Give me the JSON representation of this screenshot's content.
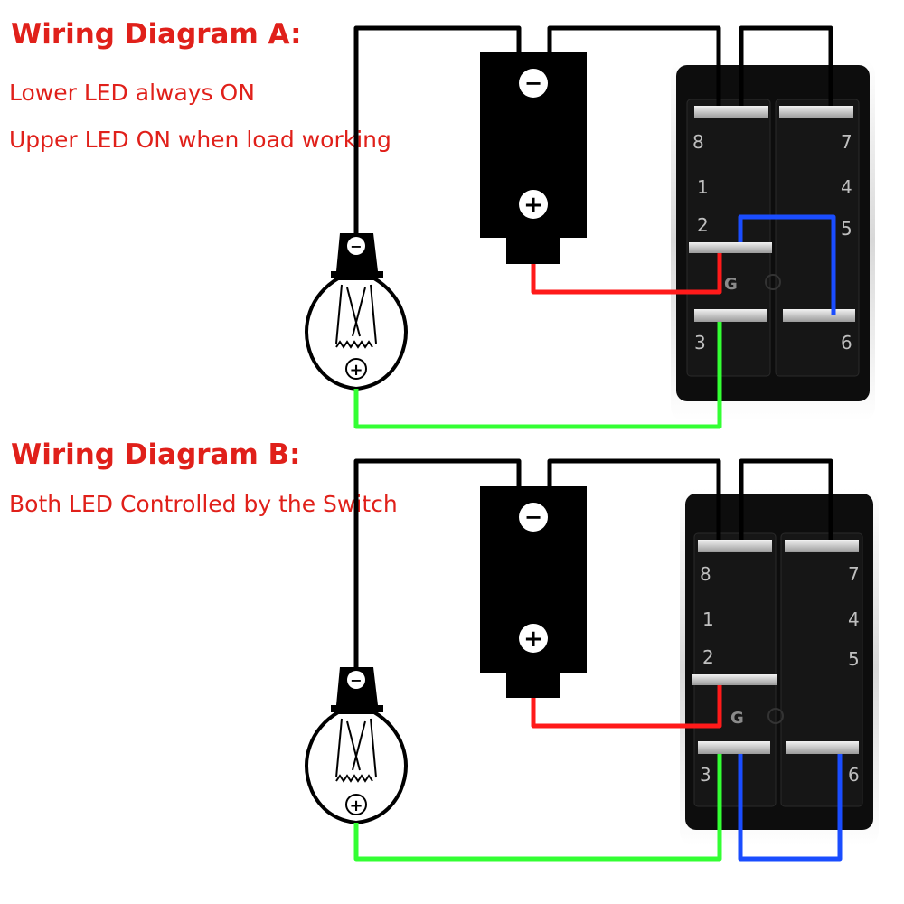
{
  "colors": {
    "title": "#e0201a",
    "red_wire": "#ff1a1a",
    "green_wire": "#33ff33",
    "blue_wire": "#1a4dff",
    "black_wire": "#000000"
  },
  "diagram_a": {
    "title": "Wiring Diagram A:",
    "lines": [
      "Lower LED always ON",
      "Upper LED ON when load working"
    ],
    "pins": {
      "p8": "8",
      "p7": "7",
      "p1": "1",
      "p4": "4",
      "p2": "2",
      "p5": "5",
      "g": "G",
      "p3": "3",
      "p6": "6"
    },
    "battery": {
      "neg": "−",
      "pos": "+"
    },
    "bulb": {
      "neg": "−",
      "pos": "+"
    }
  },
  "diagram_b": {
    "title": "Wiring Diagram B:",
    "lines": [
      "Both LED Controlled by the Switch"
    ],
    "pins": {
      "p8": "8",
      "p7": "7",
      "p1": "1",
      "p4": "4",
      "p2": "2",
      "p5": "5",
      "g": "G",
      "p3": "3",
      "p6": "6"
    },
    "battery": {
      "neg": "−",
      "pos": "+"
    },
    "bulb": {
      "neg": "−",
      "pos": "+"
    }
  }
}
